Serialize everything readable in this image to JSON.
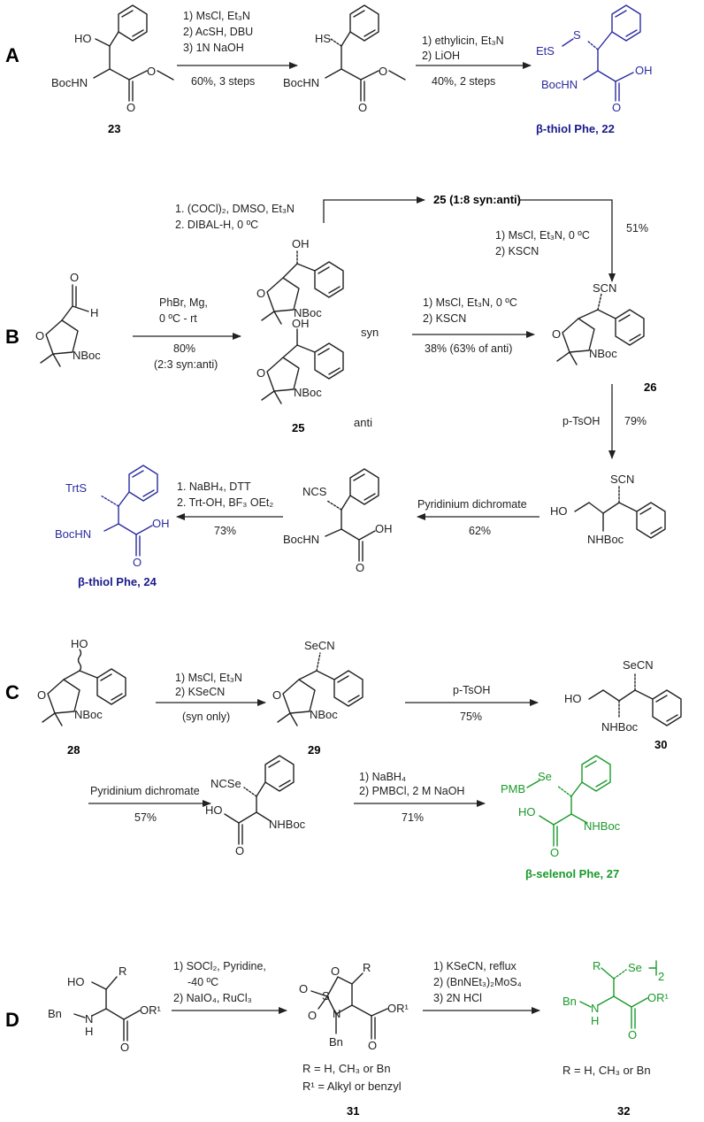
{
  "sections": {
    "A": "A",
    "B": "B",
    "C": "C",
    "D": "D"
  },
  "compounds": {
    "c23": "23",
    "c22": "β-thiol Phe, 22",
    "c25": "25",
    "c25ratio": "25 (1:8 syn:anti)",
    "c26": "26",
    "c24": "β-thiol Phe, 24",
    "c28": "28",
    "c29": "29",
    "c30": "30",
    "c27": "β-selenol Phe, 27",
    "c31": "31",
    "c32": "32"
  },
  "labels": {
    "syn": "syn",
    "anti": "anti",
    "r_def_31": "R = H, CH₃ or Bn",
    "r1_def_31": "R¹ = Alkyl or benzyl",
    "r_def_32": "R = H, CH₃ or Bn"
  },
  "conditions": {
    "a1": [
      "1) MsCl, Et₃N",
      "2) AcSH, DBU",
      "3) 1N NaOH"
    ],
    "a1_yield": "60%, 3 steps",
    "a2": [
      "1) ethylicin, Et₃N",
      "2) LiOH"
    ],
    "a2_yield": "40%, 2 steps",
    "b_ox": [
      "1. (COCl)₂, DMSO, Et₃N",
      "2. DIBAL-H, 0 ºC"
    ],
    "b_grig": [
      "PhBr, Mg,",
      "0 ºC - rt"
    ],
    "b_grig_yield": "80%",
    "b_grig_ratio": "(2:3 syn:anti)",
    "b_ms_top": [
      "1) MsCl, Et₃N, 0 ºC",
      "2) KSCN"
    ],
    "b_ms_top_yield": "51%",
    "b_ms_mid": [
      "1) MsCl, Et₃N, 0 ºC",
      "2) KSCN"
    ],
    "b_ms_mid_yield": "38% (63% of anti)",
    "b_tsoh": "p-TsOH",
    "b_tsoh_yield": "79%",
    "b_pdc": "Pyridinium dichromate",
    "b_pdc_yield": "62%",
    "b_red": [
      "1. NaBH₄, DTT",
      "2. Trt-OH, BF₃ OEt₂"
    ],
    "b_red_yield": "73%",
    "c_ms": [
      "1) MsCl, Et₃N",
      "2) KSeCN"
    ],
    "c_ms_note": "(syn only)",
    "c_tsoh": "p-TsOH",
    "c_tsoh_yield": "75%",
    "c_pdc": "Pyridinium dichromate",
    "c_pdc_yield": "57%",
    "c_red": [
      "1) NaBH₄",
      "2) PMBCl, 2 M NaOH"
    ],
    "c_red_yield": "71%",
    "d1": [
      "1) SOCl₂, Pyridine,",
      "-40 ºC",
      "2) NaIO₄, RuCl₃"
    ],
    "d2": [
      "1) KSeCN, reflux",
      "2) (BnNEt₃)₂MoS₄",
      "3) 2N HCl"
    ]
  },
  "atoms": {
    "HO": "HO",
    "OH": "OH",
    "HS": "HS",
    "EtS": "EtS",
    "S": "S",
    "BocHN": "BocHN",
    "O": "O",
    "H": "H",
    "NBoc": "NBoc",
    "NHBoc": "NHBoc",
    "SCN": "SCN",
    "NCS": "NCS",
    "TrtS": "TrtS",
    "SeCN": "SeCN",
    "NCSe": "NCSe",
    "PMB": "PMB",
    "Se": "Se",
    "Bn": "Bn",
    "N": "N",
    "R": "R",
    "OR1": "OR¹",
    "HOwave": "HO"
  }
}
